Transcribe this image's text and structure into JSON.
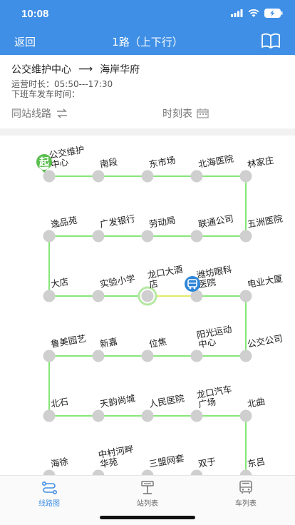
{
  "status": {
    "time": "10:08"
  },
  "nav": {
    "back_label": "返回",
    "title": "1路（上下行）"
  },
  "route": {
    "from": "公交维护中心",
    "arrow": "⟶",
    "to": "海岸华府",
    "service_hours": "运营时长：05:50---17:30",
    "last_departure": "下班车发车时间："
  },
  "tools": {
    "same_stop_lines": "同站线路",
    "timetable": "时刻表"
  },
  "map": {
    "start_badge": "起",
    "colors": {
      "line": "#87e67a",
      "node": "#cfcfcf",
      "active_ring": "#b5e8a2",
      "start": "#5cbf4f",
      "bus": "#2e86d9"
    },
    "current_stop_index": 12,
    "bus_stop_index": 13,
    "stops": [
      "公交维护中心",
      "南段",
      "东市场",
      "北海医院",
      "林家庄",
      "五洲医院",
      "联通公司",
      "劳动局",
      "广发银行",
      "逸品苑",
      "大店",
      "实验小学",
      "龙口大酒店",
      "潍坊眼科医院",
      "电业大厦",
      "公交公司",
      "阳光运动中心",
      "位焦",
      "新嘉",
      "鲁美园艺",
      "北石",
      "天韵尚城",
      "人民医院",
      "龙口汽车广场",
      "北曲",
      "东吕",
      "双于",
      "三盟网套",
      "中村河畔华苑",
      "海徐"
    ]
  },
  "tabs": [
    {
      "label": "线路图",
      "icon": "route-map-icon"
    },
    {
      "label": "站列表",
      "icon": "stop-list-icon"
    },
    {
      "label": "车列表",
      "icon": "bus-icon"
    }
  ]
}
